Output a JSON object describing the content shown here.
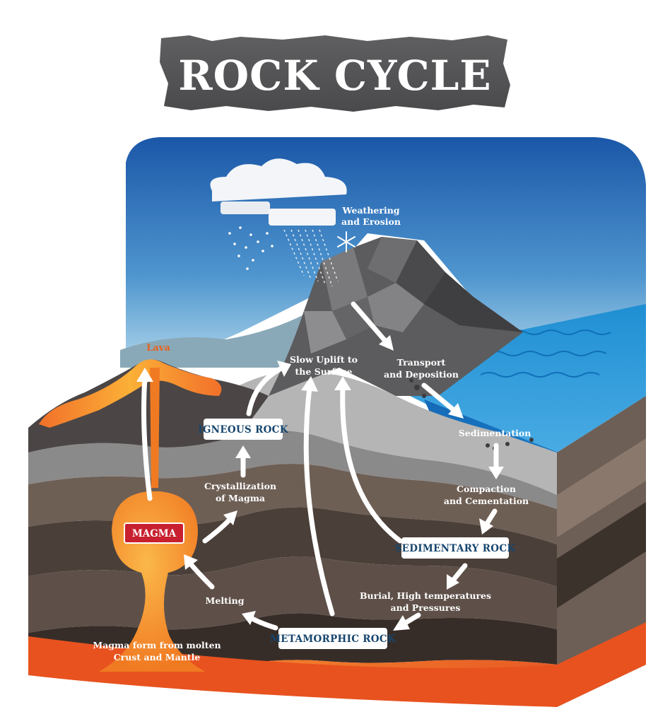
{
  "title": "ROCK CYCLE",
  "colors": {
    "sky_top": "#1b57a8",
    "sky_bottom": "#b6dced",
    "ocean": "#2b95d4",
    "magma": "#f0862a",
    "magma_label": "#c8202f",
    "box_text": "#16456e",
    "mountain": "#5a5a5c",
    "banner": "#58585a"
  },
  "labels": {
    "lava": "Lava",
    "weathering_1": "Weathering",
    "weathering_2": "and Erosion",
    "transport_1": "Transport",
    "transport_2": "and Deposition",
    "uplift_1": "Slow Uplift to",
    "uplift_2": "the Surface",
    "sedimentation": "Sedimentation",
    "compaction_1": "Compaction",
    "compaction_2": "and Cementation",
    "crystallization_1": "Crystallization",
    "crystallization_2": "of Magma",
    "burial_1": "Burial, High temperatures",
    "burial_2": "and Pressures",
    "melting": "Melting",
    "magma_source_1": "Magma form from molten",
    "magma_source_2": "Crust and Mantle"
  },
  "boxes": {
    "igneous": "IGNEOUS ROCK",
    "magma": "MAGMA",
    "sedimentary": "SEDIMENTARY ROCK",
    "metamorphic": "METAMORPHIC ROCK"
  },
  "icons": [
    "cloud-icon",
    "rain-icon",
    "snowflake-icon"
  ]
}
